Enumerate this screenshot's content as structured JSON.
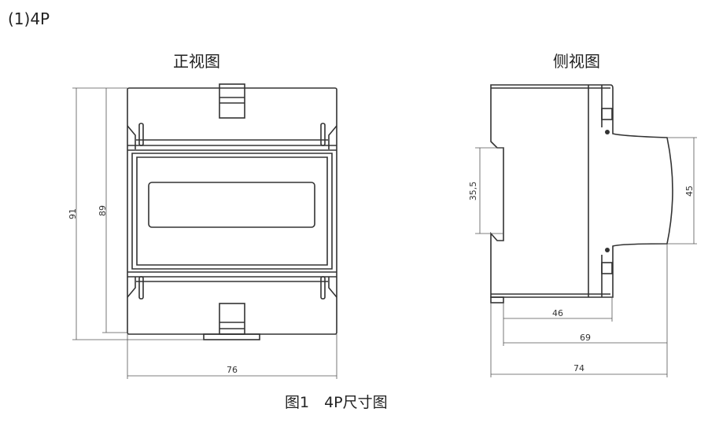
{
  "heading": "(1)4P",
  "front_view": {
    "title": "正视图",
    "dimensions": {
      "height_total": "91",
      "height_body": "89",
      "width": "76"
    }
  },
  "side_view": {
    "title": "侧视图",
    "dimensions": {
      "rail": "35,5",
      "front_height": "45",
      "depth_body": "46",
      "depth_front": "69",
      "depth_total": "74"
    }
  },
  "caption": "图1　4P尺寸图"
}
